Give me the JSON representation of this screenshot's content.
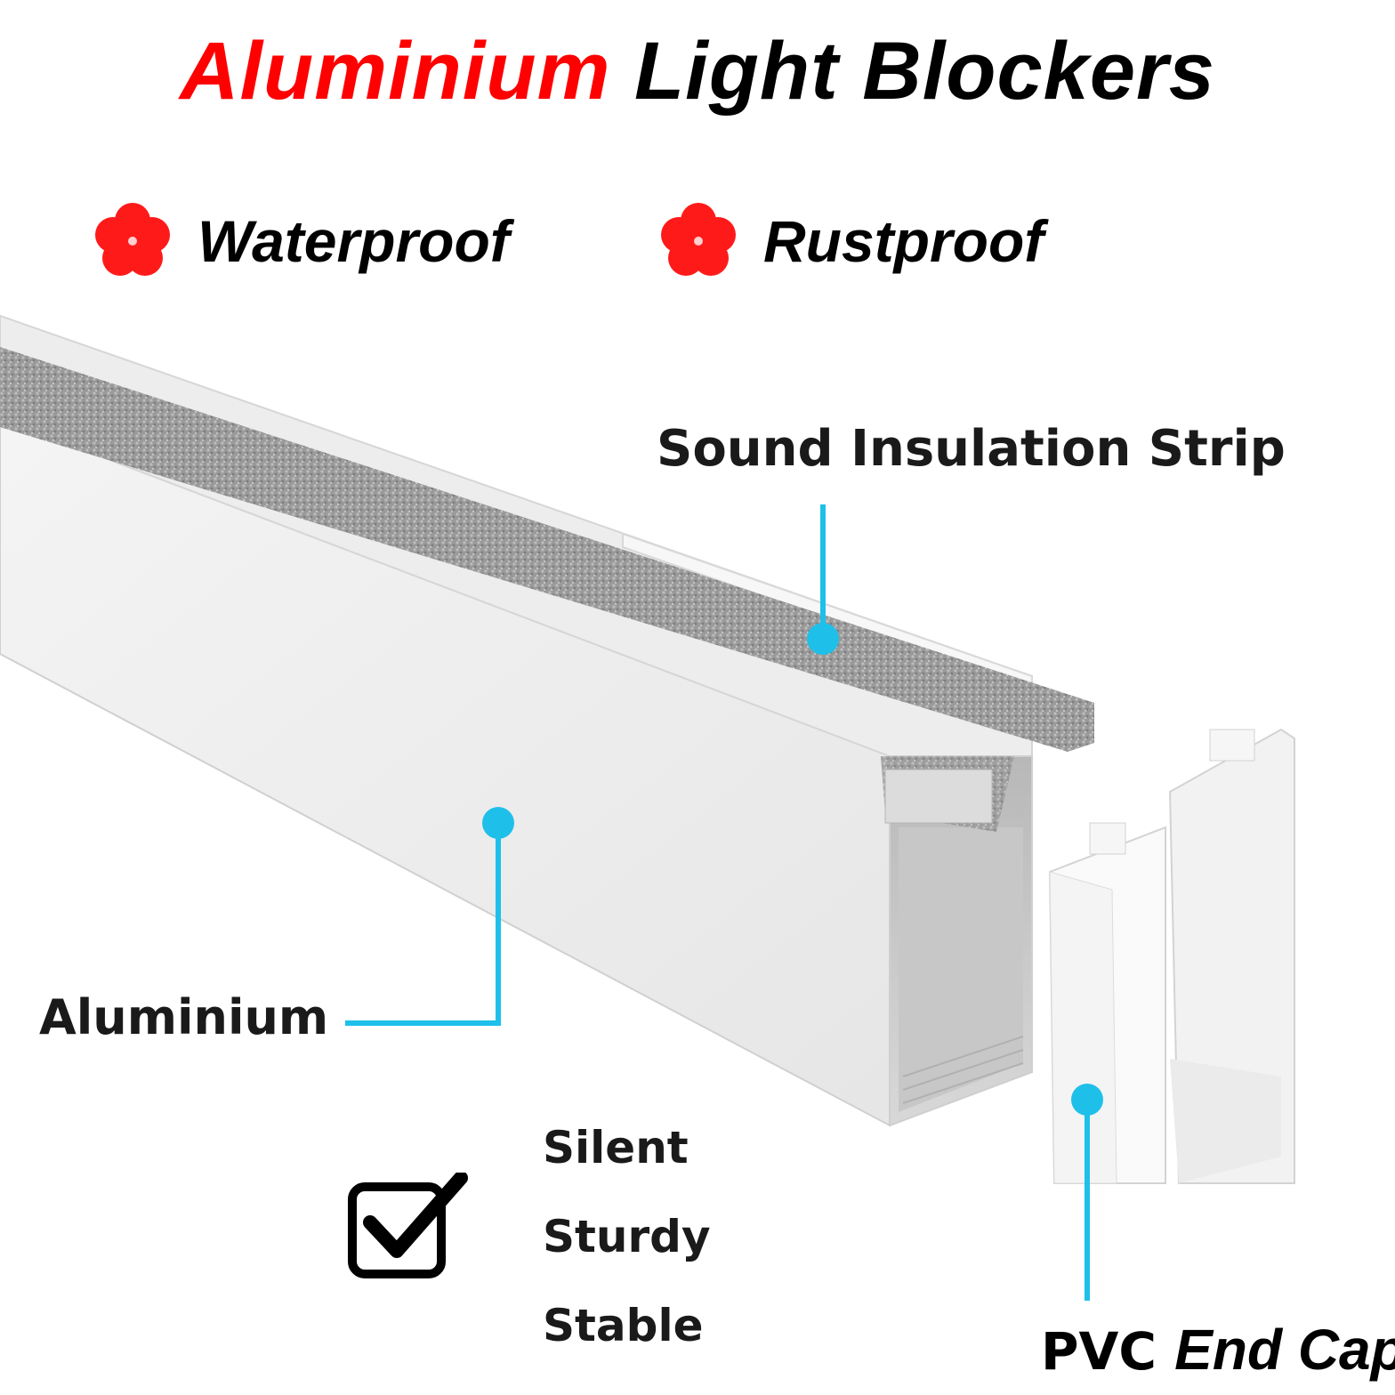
{
  "title": {
    "part1": "Aluminium",
    "part2": "Light Blockers"
  },
  "features": [
    {
      "label": "Waterproof",
      "icon": "red-flower-icon"
    },
    {
      "label": "Rustproof",
      "icon": "red-flower-icon"
    }
  ],
  "callouts": {
    "sound_strip": "Sound Insulation Strip",
    "aluminium": "Aluminium",
    "end_cap_prefix": "PVC",
    "end_cap_suffix": "End Cap"
  },
  "benefits": [
    "Silent",
    "Sturdy",
    "Stable"
  ],
  "colors": {
    "accent_red": "#ff0000",
    "callout_blue": "#1ec0ea",
    "text": "#000000"
  }
}
